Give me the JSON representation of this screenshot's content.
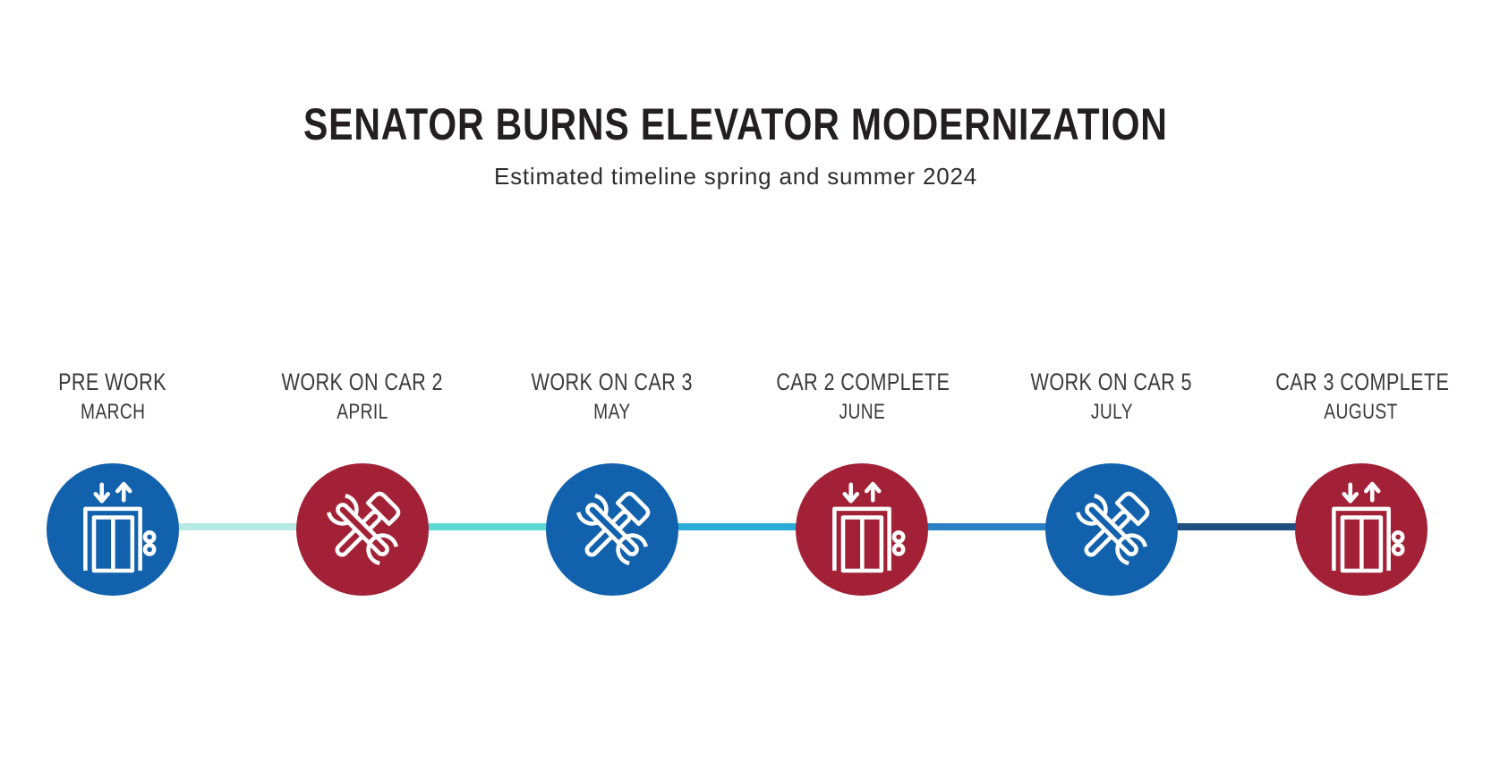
{
  "header": {
    "title": "SENATOR BURNS ELEVATOR MODERNIZATION",
    "subtitle": "Estimated timeline spring and summer 2024"
  },
  "timeline": {
    "milestones": [
      {
        "label": "PRE WORK",
        "month": "MARCH",
        "icon": "elevator",
        "circle_color": "#1161AD"
      },
      {
        "label": "WORK ON CAR 2",
        "month": "APRIL",
        "icon": "tools",
        "circle_color": "#A32136"
      },
      {
        "label": "WORK ON CAR 3",
        "month": "MAY",
        "icon": "tools",
        "circle_color": "#1161AD"
      },
      {
        "label": "CAR 2 COMPLETE",
        "month": "JUNE",
        "icon": "elevator",
        "circle_color": "#A32136"
      },
      {
        "label": "WORK ON CAR 5",
        "month": "JULY",
        "icon": "tools",
        "circle_color": "#1161AD"
      },
      {
        "label": "CAR 3 COMPLETE",
        "month": "AUGUST",
        "icon": "elevator",
        "circle_color": "#A32136"
      }
    ],
    "connector_colors": [
      "#B5EAE7",
      "#5CDAD2",
      "#2AACD8",
      "#2C80C4",
      "#1F4E80"
    ],
    "icon_color": "#FFFFFF"
  },
  "colors": {
    "background": "#FFFFFF",
    "blue": "#1161AD",
    "red": "#A32136",
    "title_text": "#231F20",
    "label_text": "#3A3A3A"
  }
}
